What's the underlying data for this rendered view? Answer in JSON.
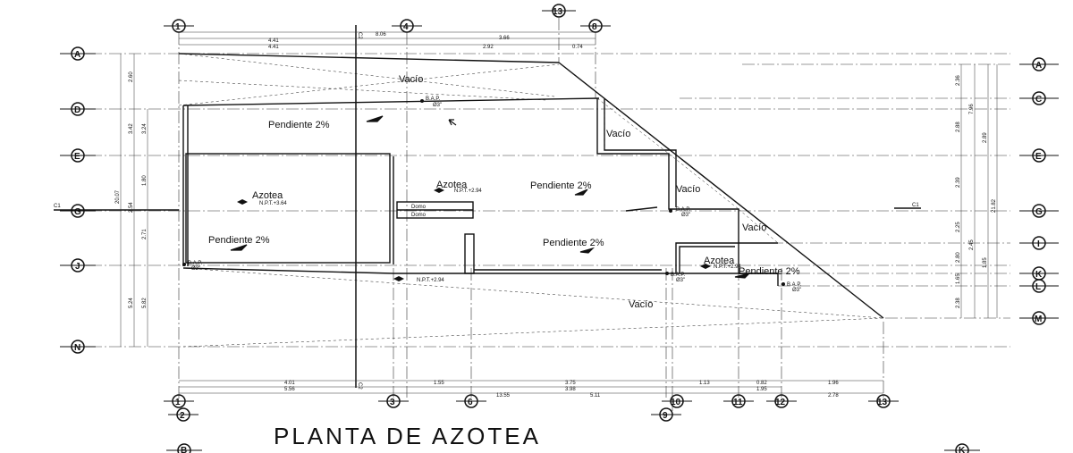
{
  "drawing_title": "PLANTA  DE AZOTEA",
  "axes_top": [
    "1",
    "4",
    "13",
    "8"
  ],
  "axes_bottom": [
    "1",
    "2",
    "3",
    "6",
    "10",
    "9",
    "11",
    "12",
    "13"
  ],
  "axes_left": [
    "A",
    "D",
    "E",
    "G",
    "J",
    "N"
  ],
  "axes_right": [
    "A",
    "C",
    "E",
    "G",
    "I",
    "K",
    "L",
    "M"
  ],
  "axes_footer": [
    "B",
    "K"
  ],
  "section_marks": [
    "C1",
    "C1",
    "C2",
    "C2"
  ],
  "labels": {
    "vacio": "Vacío",
    "pendiente": "Pendiente 2%",
    "azotea": "Azotea",
    "domo": "Domo",
    "bap": "B.A.P.",
    "bap_size": "Ø3\"",
    "npt_a": "N.P.T.+3.64",
    "npt_b": "N.P.T.+2.94",
    "npt_c": "N.P.T.+2.94",
    "npt_d": "N.P.T.+2.94"
  },
  "dims_top": [
    "8.06",
    "3.66",
    "4.41",
    "4.41",
    "2.92",
    "0.74"
  ],
  "dims_bottom": [
    "4.01",
    "1.55",
    "3.75",
    "1.13",
    "0.82",
    "1.96",
    "5.56",
    "3.98",
    "1.95",
    "13.55",
    "5.11",
    "2.78"
  ],
  "dims_left": [
    "2.60",
    "3.42",
    "3.24",
    "2.54",
    "1.80",
    "2.71",
    "20.07",
    "5.24",
    "5.82"
  ],
  "dims_right": [
    "2.36",
    "2.88",
    "7.96",
    "2.89",
    "2.39",
    "2.25",
    "2.80",
    "2.45",
    "1.85",
    "1.65",
    "2.38",
    "21.82"
  ]
}
